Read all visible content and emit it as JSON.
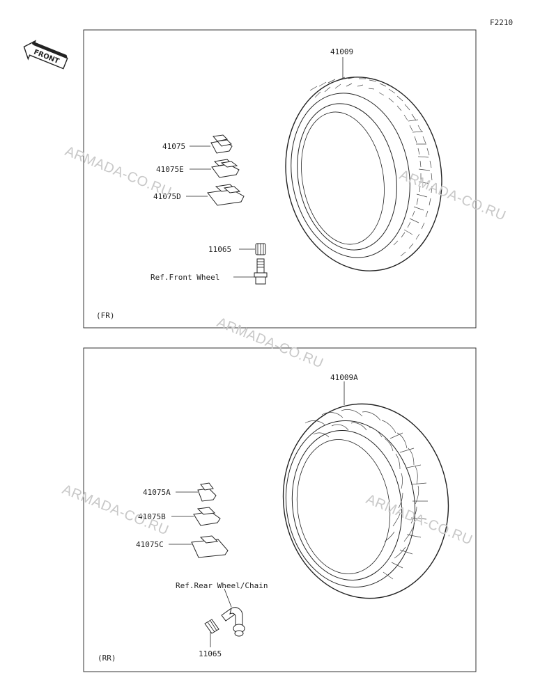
{
  "diagram_code": "F2210",
  "front_badge": "FRONT",
  "watermark": "ARMADA-CO.RU",
  "front_panel": {
    "section_tag": "(FR)",
    "tire_part": "41009",
    "weight_1": "41075",
    "weight_2": "41075E",
    "weight_3": "41075D",
    "valve_cap": "11065",
    "wheel_ref": "Ref.Front Wheel"
  },
  "rear_panel": {
    "section_tag": "(RR)",
    "tire_part": "41009A",
    "weight_1": "41075A",
    "weight_2": "41075B",
    "weight_3": "41075C",
    "wheel_ref": "Ref.Rear Wheel/Chain",
    "valve_cap": "11065"
  }
}
